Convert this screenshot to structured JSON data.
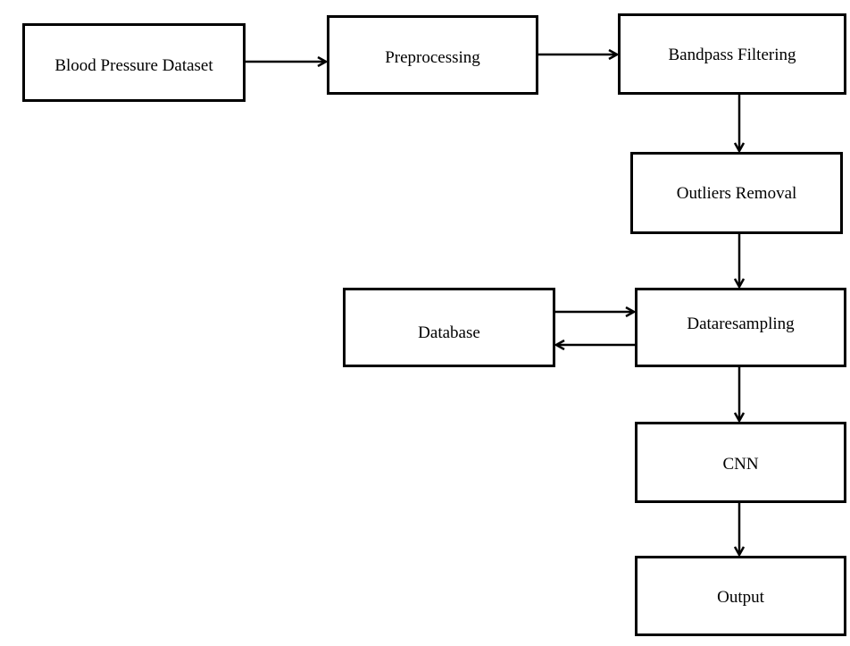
{
  "nodes": {
    "blood_pressure_dataset": "Blood Pressure Dataset",
    "preprocessing": "Preprocessing",
    "bandpass_filtering": "Bandpass Filtering",
    "outliers_removal": "Outliers Removal",
    "database": "Database",
    "dataresampling": "Dataresampling",
    "cnn": "CNN",
    "output": "Output"
  },
  "colors": {
    "stroke": "#000000",
    "background": "#ffffff"
  }
}
